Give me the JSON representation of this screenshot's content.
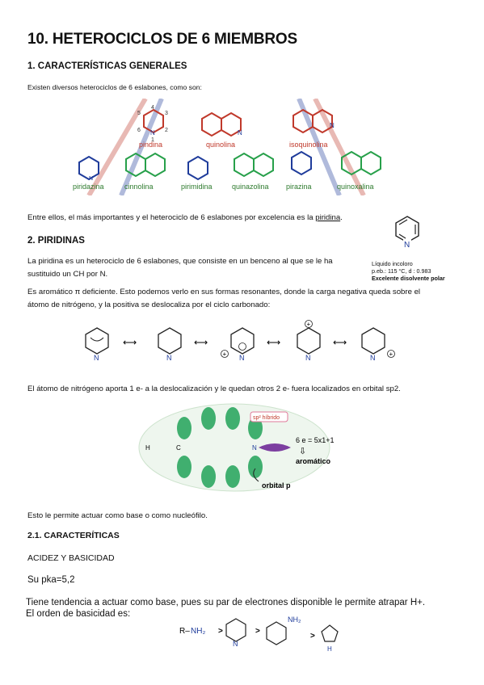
{
  "title": "10. HETEROCICLOS DE 6 MIEMBROS",
  "s1": {
    "heading": "1. CARACTERÍSTICAS GENERALES",
    "intro": "Existen diversos heterociclos de 6 eslabones, como son:",
    "figure": {
      "numbers": [
        "4",
        "3",
        "5",
        "6",
        "2",
        "1"
      ],
      "n_label": "N",
      "names": [
        "pindina",
        "quinolina",
        "isoquinolina",
        "piridazina",
        "cinnolina",
        "pirimidina",
        "quinazolina",
        "pirazina",
        "quinoxalina"
      ]
    },
    "line_before": "Entre ellos, el más importantes y el heterociclo de 6 eslabones por excelencia es la ",
    "line_link": "piridina",
    "line_after": "."
  },
  "s2": {
    "heading": "2. PIRIDINAS",
    "para1": [
      "La piridina es un heterociclo de 6 eslabones, que consiste en un benceno al que se le ha",
      "sustituido un CH por N."
    ],
    "pyr_props": [
      "Líquido incoloro",
      "p.eb.: 115 °C,      d : 0.983",
      "Excelente disolvente polar"
    ],
    "para2": [
      "Es aromático π deficiente. Esto podemos verlo en sus formas resonantes, donde la carga negativa queda sobre el",
      "átomo de nitrógeno, y la positiva se deslocaliza por el ciclo carbonado:"
    ],
    "para3": "El átomo de nitrógeno aporta 1 e- a la deslocalización y le quedan otros 2 e- fuera localizados en orbital sp2.",
    "orbital": {
      "sp2": "sp² híbrido",
      "eq": "6 e = 5x1+1",
      "arom": "aromático",
      "orbp": "orbital p",
      "h": "H",
      "c": "C",
      "n": "N"
    },
    "para4": "Esto le permite actuar como base o como nucleófilo."
  },
  "s21": {
    "heading": "2.1. CARACTERÍTICAS",
    "sub": "ACIDEZ Y BASICIDAD",
    "pka": "Su pka=5,2",
    "line1": "Tiene tendencia a actuar como base, pues su par de electrones disponible le permite atrapar H+.",
    "line2": "El orden de basicidad es:",
    "order": {
      "amine": "R–",
      "nh2": "NH₂",
      "gt": ">",
      "n": "N",
      "nh": "NH₂",
      "pyrrole_h": "H"
    }
  }
}
